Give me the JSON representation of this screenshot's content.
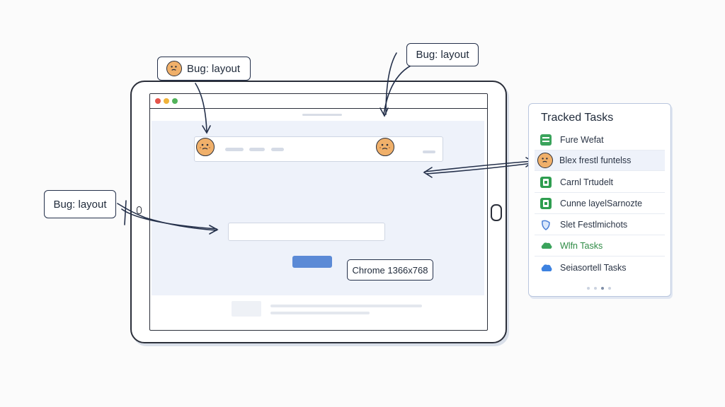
{
  "callouts": {
    "top_left": "Bug: layout",
    "top_right": "Bug: layout",
    "left": "Bug: layout",
    "resolution": "Chrome 1366x768"
  },
  "tasks_panel": {
    "title": "Tracked Tasks",
    "items": [
      {
        "label": "Fure Wefat",
        "icon": "sheet-icon",
        "color": "#3aa35b"
      },
      {
        "label": "Blex frestl funtelss",
        "icon": "bug-face-icon",
        "color": "#f0b06a",
        "active": true
      },
      {
        "label": "Carnl Trtudelt",
        "icon": "sheet-icon",
        "color": "#2e9d4f"
      },
      {
        "label": "Cunne layelSarnozte",
        "icon": "sheet-icon",
        "color": "#2e9d4f"
      },
      {
        "label": "Slet Festlmichots",
        "icon": "shield-icon",
        "color": "#4c7fd6"
      },
      {
        "label": "Wlfn Tasks",
        "icon": "cloud-icon",
        "color": "#3aa35b",
        "highlight": true
      },
      {
        "label": "Seiasortell Tasks",
        "icon": "cloud-icon",
        "color": "#3d82e0"
      }
    ],
    "page_count": 4,
    "current_page": 3
  },
  "colors": {
    "accent_blue": "#5b8ad6",
    "arrow": "#24304a",
    "viewport_bg": "#eef2fa"
  }
}
